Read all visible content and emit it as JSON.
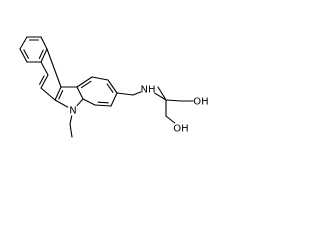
{
  "molecule": {
    "colors": {
      "bond": "#000000",
      "label": "#000000",
      "background": "#ffffff"
    },
    "atoms": [
      {
        "id": "c1",
        "element": "C",
        "label": ""
      },
      {
        "id": "c2",
        "element": "C",
        "label": ""
      },
      {
        "id": "c3",
        "element": "C",
        "label": ""
      },
      {
        "id": "c4",
        "element": "C",
        "label": ""
      },
      {
        "id": "c5",
        "element": "C",
        "label": ""
      },
      {
        "id": "c6",
        "element": "C",
        "label": ""
      },
      {
        "id": "c7",
        "element": "C",
        "label": ""
      },
      {
        "id": "c8",
        "element": "C",
        "label": ""
      },
      {
        "id": "c9",
        "element": "C",
        "label": ""
      },
      {
        "id": "c10",
        "element": "C",
        "label": ""
      },
      {
        "id": "c11",
        "element": "C",
        "label": ""
      },
      {
        "id": "c12",
        "element": "C",
        "label": ""
      },
      {
        "id": "c13",
        "element": "C",
        "label": ""
      },
      {
        "id": "c14",
        "element": "C",
        "label": ""
      },
      {
        "id": "c15",
        "element": "C",
        "label": ""
      },
      {
        "id": "c16",
        "element": "C",
        "label": ""
      },
      {
        "id": "c17",
        "element": "C",
        "label": ""
      },
      {
        "id": "n1",
        "element": "N",
        "label": "N"
      },
      {
        "id": "c18",
        "element": "C",
        "label": ""
      },
      {
        "id": "c19",
        "element": "C",
        "label": ""
      },
      {
        "id": "c20",
        "element": "C",
        "label": ""
      },
      {
        "id": "n2",
        "element": "N",
        "label": "NH"
      },
      {
        "id": "c21",
        "element": "C",
        "label": ""
      },
      {
        "id": "c22",
        "element": "C",
        "label": ""
      },
      {
        "id": "c23",
        "element": "C",
        "label": ""
      },
      {
        "id": "o1",
        "element": "O",
        "label": "OH"
      },
      {
        "id": "c24",
        "element": "C",
        "label": ""
      },
      {
        "id": "o2",
        "element": "O",
        "label": "OH"
      }
    ],
    "bonds": [
      {
        "a": "c1",
        "b": "c2",
        "order": 1
      },
      {
        "a": "c2",
        "b": "c3",
        "order": 2
      },
      {
        "a": "c3",
        "b": "c4",
        "order": 1
      },
      {
        "a": "c4",
        "b": "c5",
        "order": 2
      },
      {
        "a": "c5",
        "b": "c6",
        "order": 1
      },
      {
        "a": "c6",
        "b": "c1",
        "order": 2
      },
      {
        "a": "c4",
        "b": "c7",
        "order": 1
      },
      {
        "a": "c7",
        "b": "c8",
        "order": 2
      },
      {
        "a": "c8",
        "b": "c9",
        "order": 1
      },
      {
        "a": "c9",
        "b": "c10",
        "order": 2
      },
      {
        "a": "c10",
        "b": "c5",
        "order": 1
      },
      {
        "a": "c10",
        "b": "c11",
        "order": 1
      },
      {
        "a": "c11",
        "b": "c12",
        "order": 1
      },
      {
        "a": "c12",
        "b": "n1",
        "order": 1
      },
      {
        "a": "n1",
        "b": "c9",
        "order": 1
      },
      {
        "a": "c11",
        "b": "c13",
        "order": 2
      },
      {
        "a": "c13",
        "b": "c14",
        "order": 1
      },
      {
        "a": "c14",
        "b": "c15",
        "order": 2
      },
      {
        "a": "c15",
        "b": "c16",
        "order": 1
      },
      {
        "a": "c16",
        "b": "c17",
        "order": 2
      },
      {
        "a": "c17",
        "b": "c12",
        "order": 1
      },
      {
        "a": "n1",
        "b": "c18",
        "order": 1
      },
      {
        "a": "c18",
        "b": "c19",
        "order": 1
      },
      {
        "a": "c15",
        "b": "c20",
        "order": 1
      },
      {
        "a": "c20",
        "b": "n2",
        "order": 1
      },
      {
        "a": "n2",
        "b": "c21",
        "order": 1
      },
      {
        "a": "c21",
        "b": "c22",
        "order": 1
      },
      {
        "a": "c21",
        "b": "c23",
        "order": 1
      },
      {
        "a": "c23",
        "b": "o1",
        "order": 1
      },
      {
        "a": "c21",
        "b": "c24",
        "order": 1
      },
      {
        "a": "c24",
        "b": "o2",
        "order": 1
      }
    ]
  }
}
